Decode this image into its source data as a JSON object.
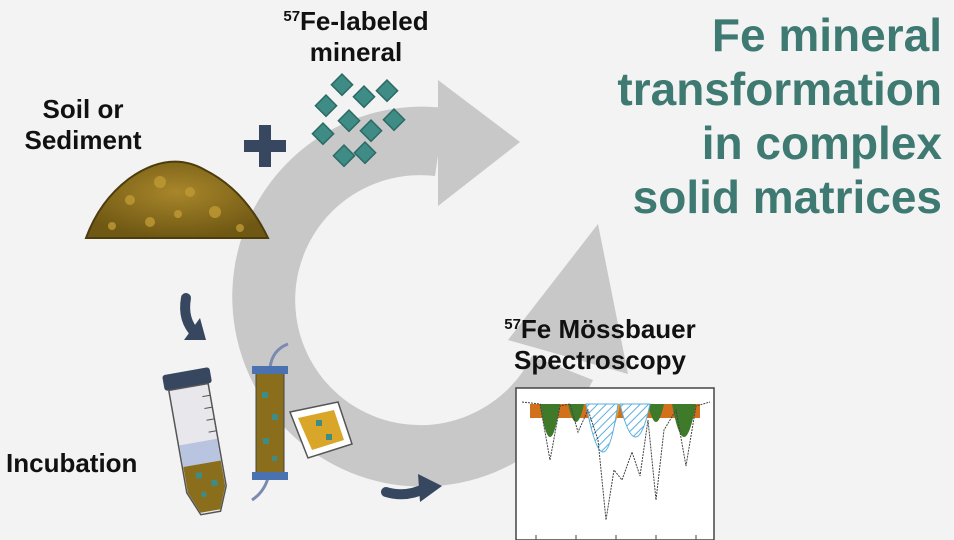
{
  "title": "Fe mineral transformation in complex solid matrices",
  "labels": {
    "mineral_sup": "57",
    "mineral_line1": "Fe-labeled",
    "mineral_line2": "mineral",
    "soil_line1": "Soil or",
    "soil_line2": "Sediment",
    "incubation": "Incubation",
    "moss_sup": "57",
    "moss_line1": "Fe Mössbauer",
    "moss_line2": "Spectroscopy"
  },
  "colors": {
    "background": "#f3f3f3",
    "cycle_arrow": "#c8c8c8",
    "title": "#3e7a72",
    "mineral_crystal": "#3f8c86",
    "soil": "#8a6e1c",
    "small_arrow": "#37475f",
    "plus": "#37475f",
    "spectrum_orange": "#d3701b",
    "spectrum_green": "#3f7a2a",
    "spectrum_yellow": "#f0a020",
    "spectrum_hatch": "#5aaee0"
  },
  "icons": [
    "plus-icon",
    "mineral-crystals-icon",
    "soil-pile-icon",
    "centrifuge-tube-icon",
    "column-icon",
    "sample-bag-icon",
    "spectrum-plot-icon",
    "arrow-icon"
  ]
}
